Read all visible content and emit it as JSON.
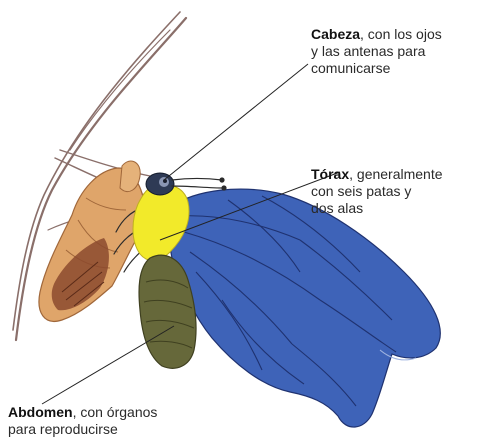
{
  "labels": {
    "head": {
      "term": "Cabeza",
      "rest_line1": ", con los ojos",
      "line2": "y las antenas para",
      "line3": "comunicarse"
    },
    "thorax": {
      "term": "Tórax",
      "rest_line1": ", generalmente",
      "line2": "con seis patas y",
      "line3": "dos alas"
    },
    "abdomen": {
      "term": "Abdomen",
      "rest_line1": ", con órganos",
      "line2": "para reproducirse"
    }
  },
  "colors": {
    "background": "#ffffff",
    "stick": "#8a6f6a",
    "chrysalis": "#dfa56a",
    "chrysalis_shadow": "#8c4a2e",
    "wing": "#3e63b8",
    "wing_vein": "#1f3270",
    "thorax": "#f2ea2a",
    "abdomen": "#66683a",
    "head": "#2e3a55",
    "leader_line": "#222222"
  }
}
